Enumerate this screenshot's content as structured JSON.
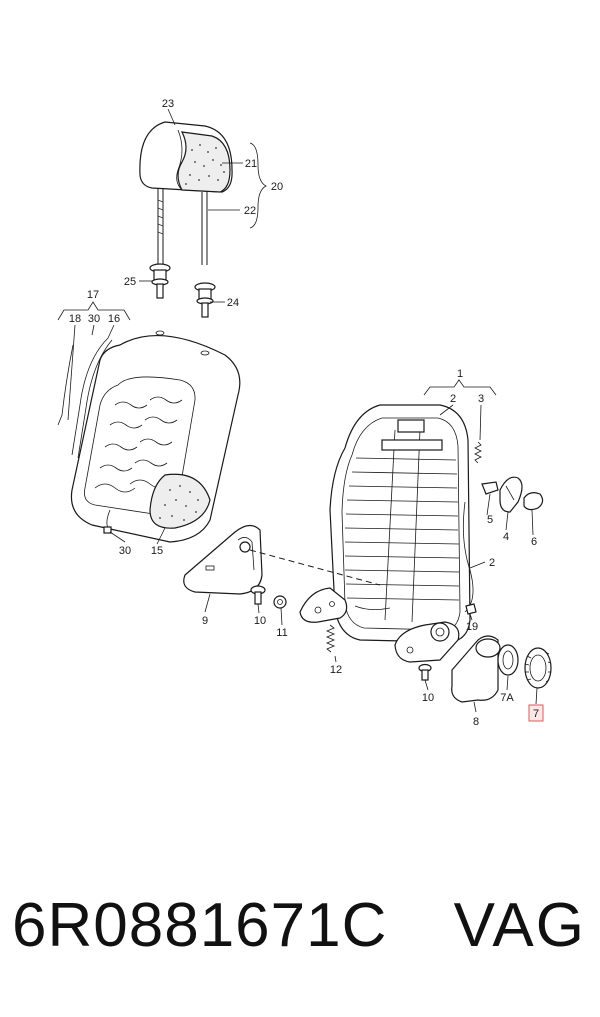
{
  "callouts": {
    "c1": "1",
    "c2a": "2",
    "c2b": "2",
    "c3": "3",
    "c4": "4",
    "c5": "5",
    "c6": "6",
    "c7": "7",
    "c7a": "7A",
    "c8": "8",
    "c9": "9",
    "c10a": "10",
    "c10b": "10",
    "c11": "11",
    "c12": "12",
    "c15": "15",
    "c16": "16",
    "c17": "17",
    "c18": "18",
    "c19": "19",
    "c20": "20",
    "c21": "21",
    "c22": "22",
    "c23": "23",
    "c24": "24",
    "c25": "25",
    "c30a": "30",
    "c30b": "30"
  },
  "highlight_color": "#e05a5a",
  "footer": {
    "part_number": "6R0881671C",
    "brand": "VAG"
  }
}
